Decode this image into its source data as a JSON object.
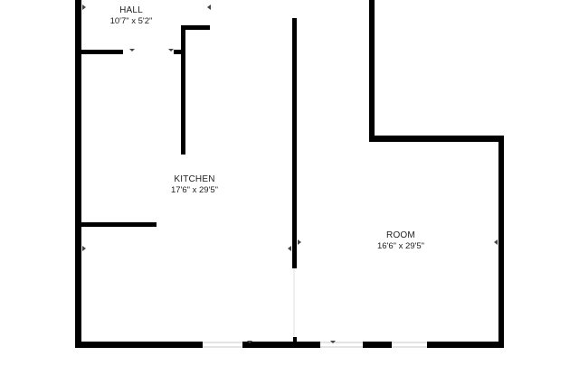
{
  "plan": {
    "wall_color": "#000000",
    "background_color": "#ffffff",
    "rooms": [
      {
        "id": "hall",
        "name": "HALL",
        "dimensions": "10'7\" x 5'2\""
      },
      {
        "id": "kitchen",
        "name": "KITCHEN",
        "dimensions": "17'6\" x 29'5\""
      },
      {
        "id": "room",
        "name": "ROOM",
        "dimensions": "16'6\" x 29'5\""
      }
    ]
  }
}
